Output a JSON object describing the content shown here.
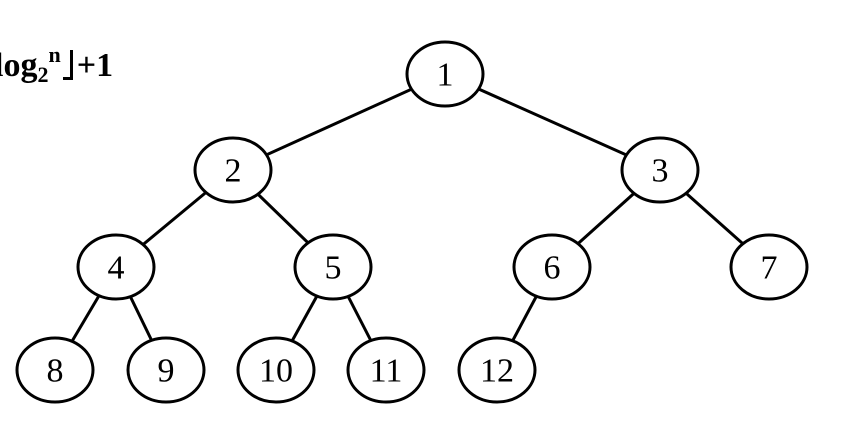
{
  "formula": {
    "text": "log",
    "base": "2",
    "exponent": "n",
    "suffix": "+1"
  },
  "tree": {
    "nodes": [
      {
        "id": 1,
        "label": "1"
      },
      {
        "id": 2,
        "label": "2"
      },
      {
        "id": 3,
        "label": "3"
      },
      {
        "id": 4,
        "label": "4"
      },
      {
        "id": 5,
        "label": "5"
      },
      {
        "id": 6,
        "label": "6"
      },
      {
        "id": 7,
        "label": "7"
      },
      {
        "id": 8,
        "label": "8"
      },
      {
        "id": 9,
        "label": "9"
      },
      {
        "id": 10,
        "label": "10"
      },
      {
        "id": 11,
        "label": "11"
      },
      {
        "id": 12,
        "label": "12"
      }
    ],
    "edges": [
      [
        1,
        2
      ],
      [
        1,
        3
      ],
      [
        2,
        4
      ],
      [
        2,
        5
      ],
      [
        3,
        6
      ],
      [
        3,
        7
      ],
      [
        4,
        8
      ],
      [
        4,
        9
      ],
      [
        5,
        10
      ],
      [
        5,
        11
      ],
      [
        6,
        12
      ]
    ]
  }
}
